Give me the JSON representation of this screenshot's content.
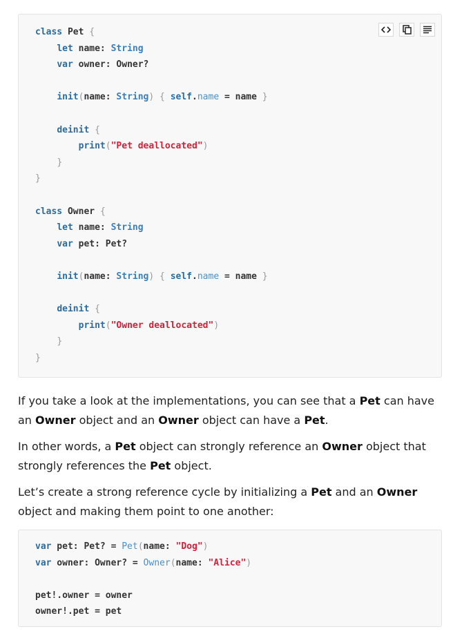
{
  "toolbar": {
    "icons": [
      "view-source-icon",
      "copy-icon",
      "print-icon"
    ]
  },
  "code_block_1": {
    "lines": [
      [
        [
          "kw",
          "class"
        ],
        [
          "pl",
          " Pet "
        ],
        [
          "pun",
          "{"
        ]
      ],
      [
        [
          "pl",
          "    "
        ],
        [
          "kw",
          "let"
        ],
        [
          "pl",
          " name: "
        ],
        [
          "ty",
          "String"
        ]
      ],
      [
        [
          "pl",
          "    "
        ],
        [
          "kw",
          "var"
        ],
        [
          "pl",
          " owner: Owner?"
        ]
      ],
      [],
      [
        [
          "pl",
          "    "
        ],
        [
          "kw",
          "init"
        ],
        [
          "pun",
          "("
        ],
        [
          "pl",
          "name: "
        ],
        [
          "ty",
          "String"
        ],
        [
          "pun",
          ")"
        ],
        [
          "pl",
          " "
        ],
        [
          "pun",
          "{"
        ],
        [
          "pl",
          " "
        ],
        [
          "kw",
          "self"
        ],
        [
          "pl",
          "."
        ],
        [
          "cl",
          "name"
        ],
        [
          "pl",
          " = name "
        ],
        [
          "pun",
          "}"
        ]
      ],
      [],
      [
        [
          "pl",
          "    "
        ],
        [
          "kw",
          "deinit"
        ],
        [
          "pl",
          " "
        ],
        [
          "pun",
          "{"
        ]
      ],
      [
        [
          "pl",
          "        "
        ],
        [
          "fn",
          "print"
        ],
        [
          "pun",
          "("
        ],
        [
          "str",
          "\"Pet deallocated\""
        ],
        [
          "pun",
          ")"
        ]
      ],
      [
        [
          "pl",
          "    "
        ],
        [
          "pun",
          "}"
        ]
      ],
      [
        [
          "pun",
          "}"
        ]
      ],
      [],
      [
        [
          "kw",
          "class"
        ],
        [
          "pl",
          " Owner "
        ],
        [
          "pun",
          "{"
        ]
      ],
      [
        [
          "pl",
          "    "
        ],
        [
          "kw",
          "let"
        ],
        [
          "pl",
          " name: "
        ],
        [
          "ty",
          "String"
        ]
      ],
      [
        [
          "pl",
          "    "
        ],
        [
          "kw",
          "var"
        ],
        [
          "pl",
          " pet: Pet?"
        ]
      ],
      [],
      [
        [
          "pl",
          "    "
        ],
        [
          "kw",
          "init"
        ],
        [
          "pun",
          "("
        ],
        [
          "pl",
          "name: "
        ],
        [
          "ty",
          "String"
        ],
        [
          "pun",
          ")"
        ],
        [
          "pl",
          " "
        ],
        [
          "pun",
          "{"
        ],
        [
          "pl",
          " "
        ],
        [
          "kw",
          "self"
        ],
        [
          "pl",
          "."
        ],
        [
          "cl",
          "name"
        ],
        [
          "pl",
          " = name "
        ],
        [
          "pun",
          "}"
        ]
      ],
      [],
      [
        [
          "pl",
          "    "
        ],
        [
          "kw",
          "deinit"
        ],
        [
          "pl",
          " "
        ],
        [
          "pun",
          "{"
        ]
      ],
      [
        [
          "pl",
          "        "
        ],
        [
          "fn",
          "print"
        ],
        [
          "pun",
          "("
        ],
        [
          "str",
          "\"Owner deallocated\""
        ],
        [
          "pun",
          ")"
        ]
      ],
      [
        [
          "pl",
          "    "
        ],
        [
          "pun",
          "}"
        ]
      ],
      [
        [
          "pun",
          "}"
        ]
      ]
    ]
  },
  "paragraphs": [
    [
      [
        "t",
        "If you take a look at the implementations, you can see that a "
      ],
      [
        "b",
        "Pet"
      ],
      [
        "t",
        " can have an "
      ],
      [
        "b",
        "Owner"
      ],
      [
        "t",
        " object and an "
      ],
      [
        "b",
        "Owner"
      ],
      [
        "t",
        " object can have a "
      ],
      [
        "b",
        "Pet"
      ],
      [
        "t",
        "."
      ]
    ],
    [
      [
        "t",
        "In other words, a "
      ],
      [
        "b",
        "Pet"
      ],
      [
        "t",
        " object can strongly reference an "
      ],
      [
        "b",
        "Owner"
      ],
      [
        "t",
        " object that strongly references the "
      ],
      [
        "b",
        "Pet"
      ],
      [
        "t",
        " object."
      ]
    ],
    [
      [
        "t",
        "Let’s create a strong reference cycle by initializing a "
      ],
      [
        "b",
        "Pet"
      ],
      [
        "t",
        " and an "
      ],
      [
        "b",
        "Owner"
      ],
      [
        "t",
        " object and making them point to one another:"
      ]
    ]
  ],
  "code_block_2": {
    "lines": [
      [
        [
          "kw",
          "var"
        ],
        [
          "pl",
          " pet: Pet? = "
        ],
        [
          "cl",
          "Pet"
        ],
        [
          "pun",
          "("
        ],
        [
          "pl",
          "name: "
        ],
        [
          "str",
          "\"Dog\""
        ],
        [
          "pun",
          ")"
        ]
      ],
      [
        [
          "kw",
          "var"
        ],
        [
          "pl",
          " owner: Owner? = "
        ],
        [
          "cl",
          "Owner"
        ],
        [
          "pun",
          "("
        ],
        [
          "pl",
          "name: "
        ],
        [
          "str",
          "\"Alice\""
        ],
        [
          "pun",
          ")"
        ]
      ],
      [],
      [
        [
          "pl",
          "pet!.owner = owner"
        ]
      ],
      [
        [
          "pl",
          "owner!.pet = pet"
        ]
      ]
    ]
  },
  "colors": {
    "code_background": "#f8f8f8",
    "keyword": "#2b6c9f",
    "string": "#d0223b",
    "punctuation": "#999999",
    "text": "#222222"
  }
}
